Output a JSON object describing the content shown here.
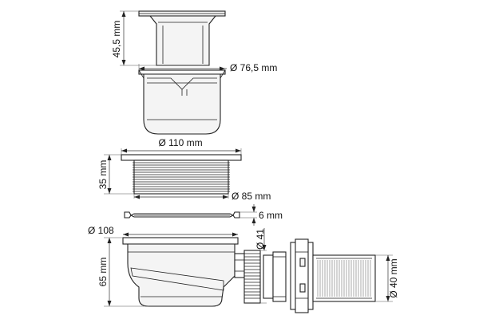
{
  "dimensions": {
    "grate_height": "45,5 mm",
    "grate_diameter": "Ø 76,5 mm",
    "flange_diameter": "Ø 110 mm",
    "thread_height": "35 mm",
    "thread_diameter": "Ø 85 mm",
    "gasket_thickness": "6 mm",
    "body_diameter": "Ø 108",
    "body_height": "65 mm",
    "outlet_diameter": "Ø 41",
    "pipe_diameter": "Ø 40 mm"
  }
}
